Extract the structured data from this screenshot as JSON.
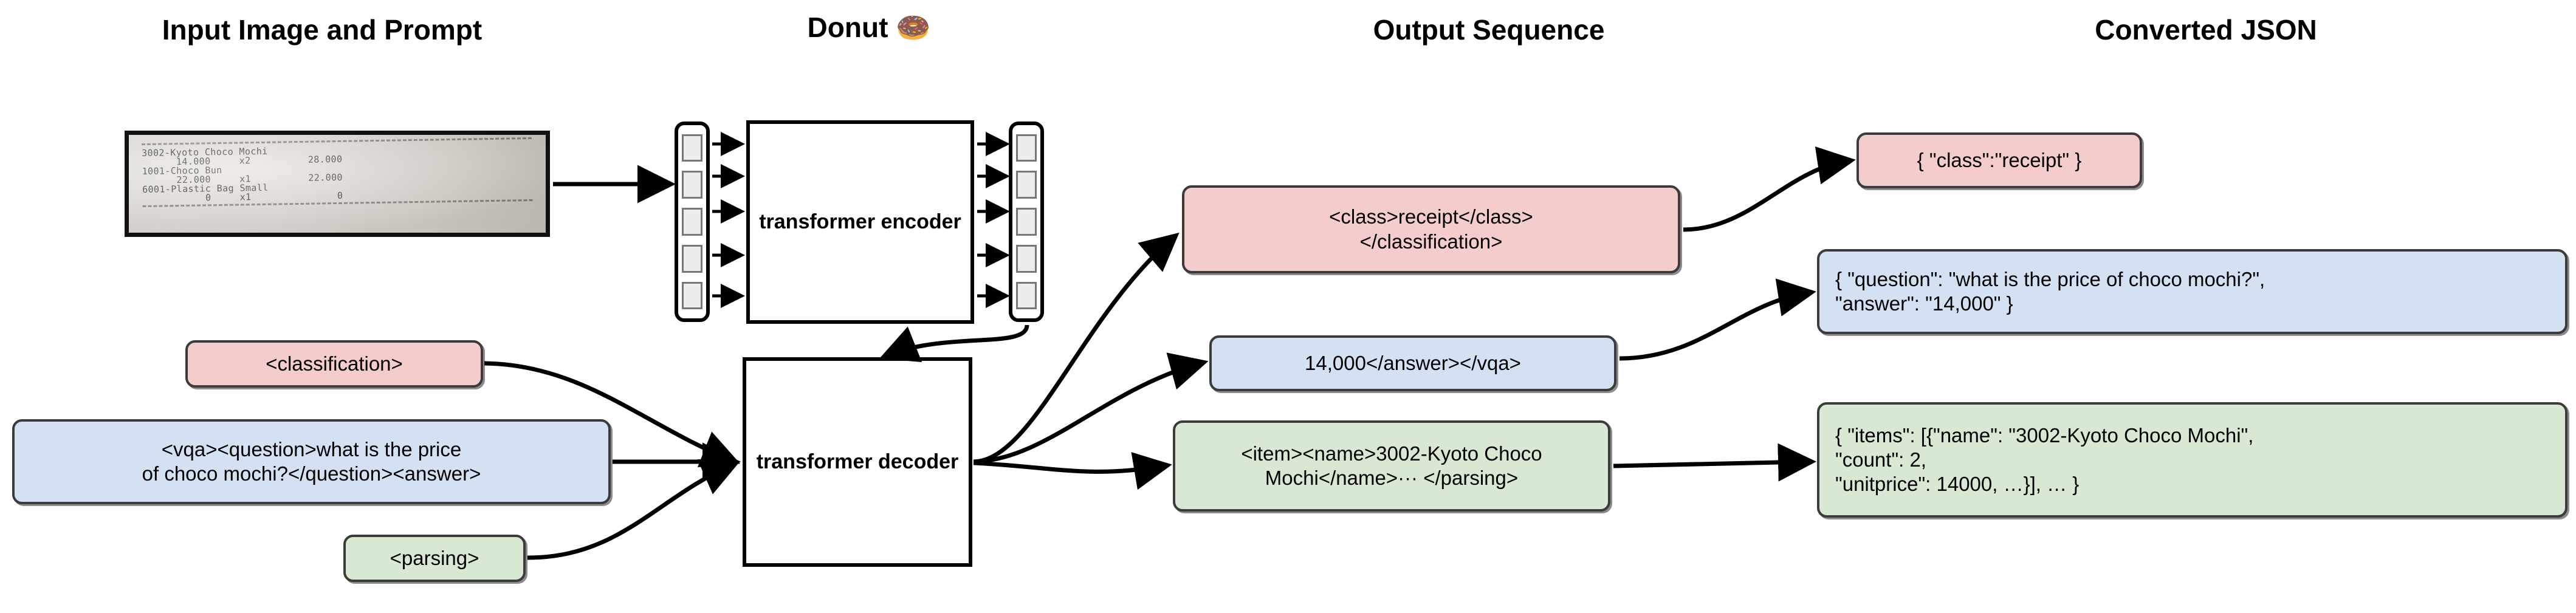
{
  "headers": [
    {
      "label": "Input Image and Prompt"
    },
    {
      "label": "Donut 🍩"
    },
    {
      "label": "Output Sequence"
    },
    {
      "label": "Converted JSON"
    }
  ],
  "receipt": {
    "lines": [
      "3002-Kyoto Choco Mochi",
      "      14.000     x2          28.000",
      "1001-Choco Bun",
      "      22.000     x1          22.000",
      "6001-Plastic Bag Small",
      "           0     x1               0"
    ],
    "items": [
      {
        "name": "3002-Kyoto Choco Mochi",
        "unitprice": "14.000",
        "count": "x2",
        "price": "28.000"
      },
      {
        "name": "1001-Choco Bun",
        "unitprice": "22.000",
        "count": "x1",
        "price": "22.000"
      },
      {
        "name": "6001-Plastic Bag Small",
        "unitprice": "0",
        "count": "x1",
        "price": "0"
      }
    ]
  },
  "prompts": {
    "classification": "<classification>",
    "vqa": "<vqa><question>what is the price\nof choco mochi?</question><answer>",
    "parsing": "<parsing>"
  },
  "model": {
    "encoder_label": "transformer\nencoder",
    "decoder_label": "transformer\ndecoder"
  },
  "output_sequence": {
    "classification": "<class>receipt</class>\n</classification>",
    "vqa": "14,000</answer></vqa>",
    "parsing": "<item><name>3002-Kyoto Choco\nMochi</name>··· </parsing>"
  },
  "converted_json": {
    "classification": "{ \"class\":\"receipt\" }",
    "vqa": "{ \"question\": \"what is the price of choco mochi?\",\n   \"answer\": \"14,000\" }",
    "parsing": "{ \"items\": [{\"name\": \"3002-Kyoto Choco Mochi\",\n     \"count\": 2,\n     \"unitprice\": 14000, …}], … }"
  },
  "colors": {
    "pink": "#f4cccc",
    "blue": "#d3e1f2",
    "green": "#d9e8d2",
    "outline": "#3b3b3b",
    "stroke": "#000000"
  }
}
